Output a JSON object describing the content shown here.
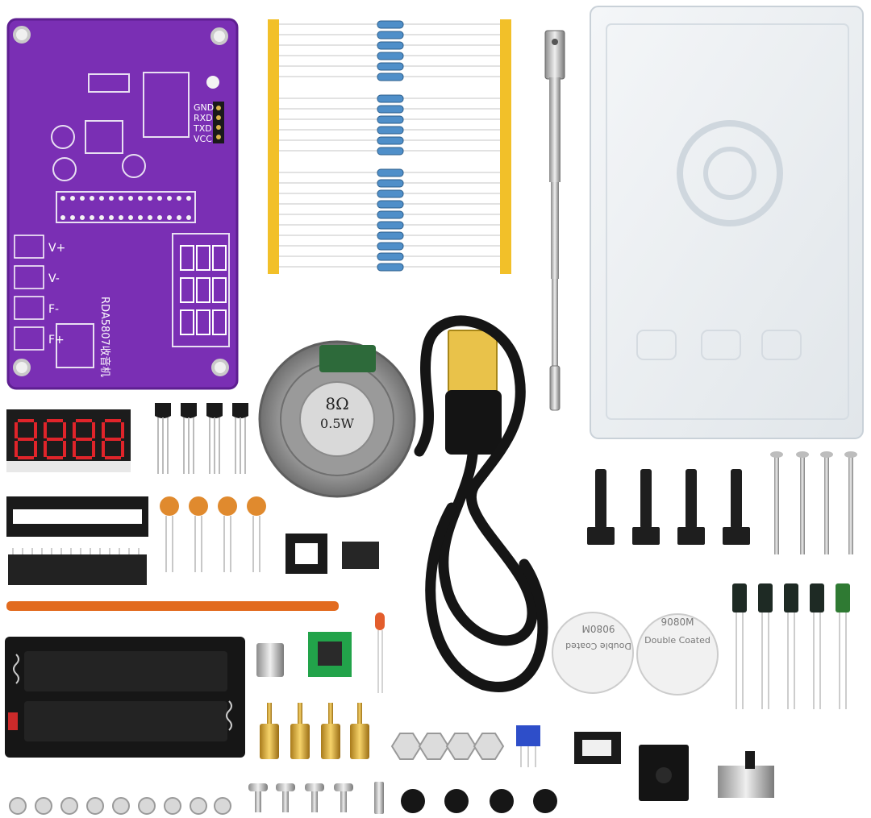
{
  "pcb": {
    "model": "RDA5807收音机",
    "uart_pins": [
      "GND",
      "RXD",
      "TXD",
      "VCC"
    ],
    "buttons": [
      "V+",
      "V-",
      "F-",
      "F+"
    ]
  },
  "speaker": {
    "impedance": "8Ω",
    "power": "0.5W"
  },
  "tape": {
    "brand_left": "9080M",
    "subtitle_left": "Double Coated",
    "brand_right": "9080M",
    "subtitle_right": "Double Coated"
  },
  "colors": {
    "pcb": "#7a2fb4",
    "resistor_tape": "#f2c029",
    "display_segment": "#e0242a",
    "ceramic_cap": "#e08a2e",
    "standoff": "#d8a92c"
  }
}
